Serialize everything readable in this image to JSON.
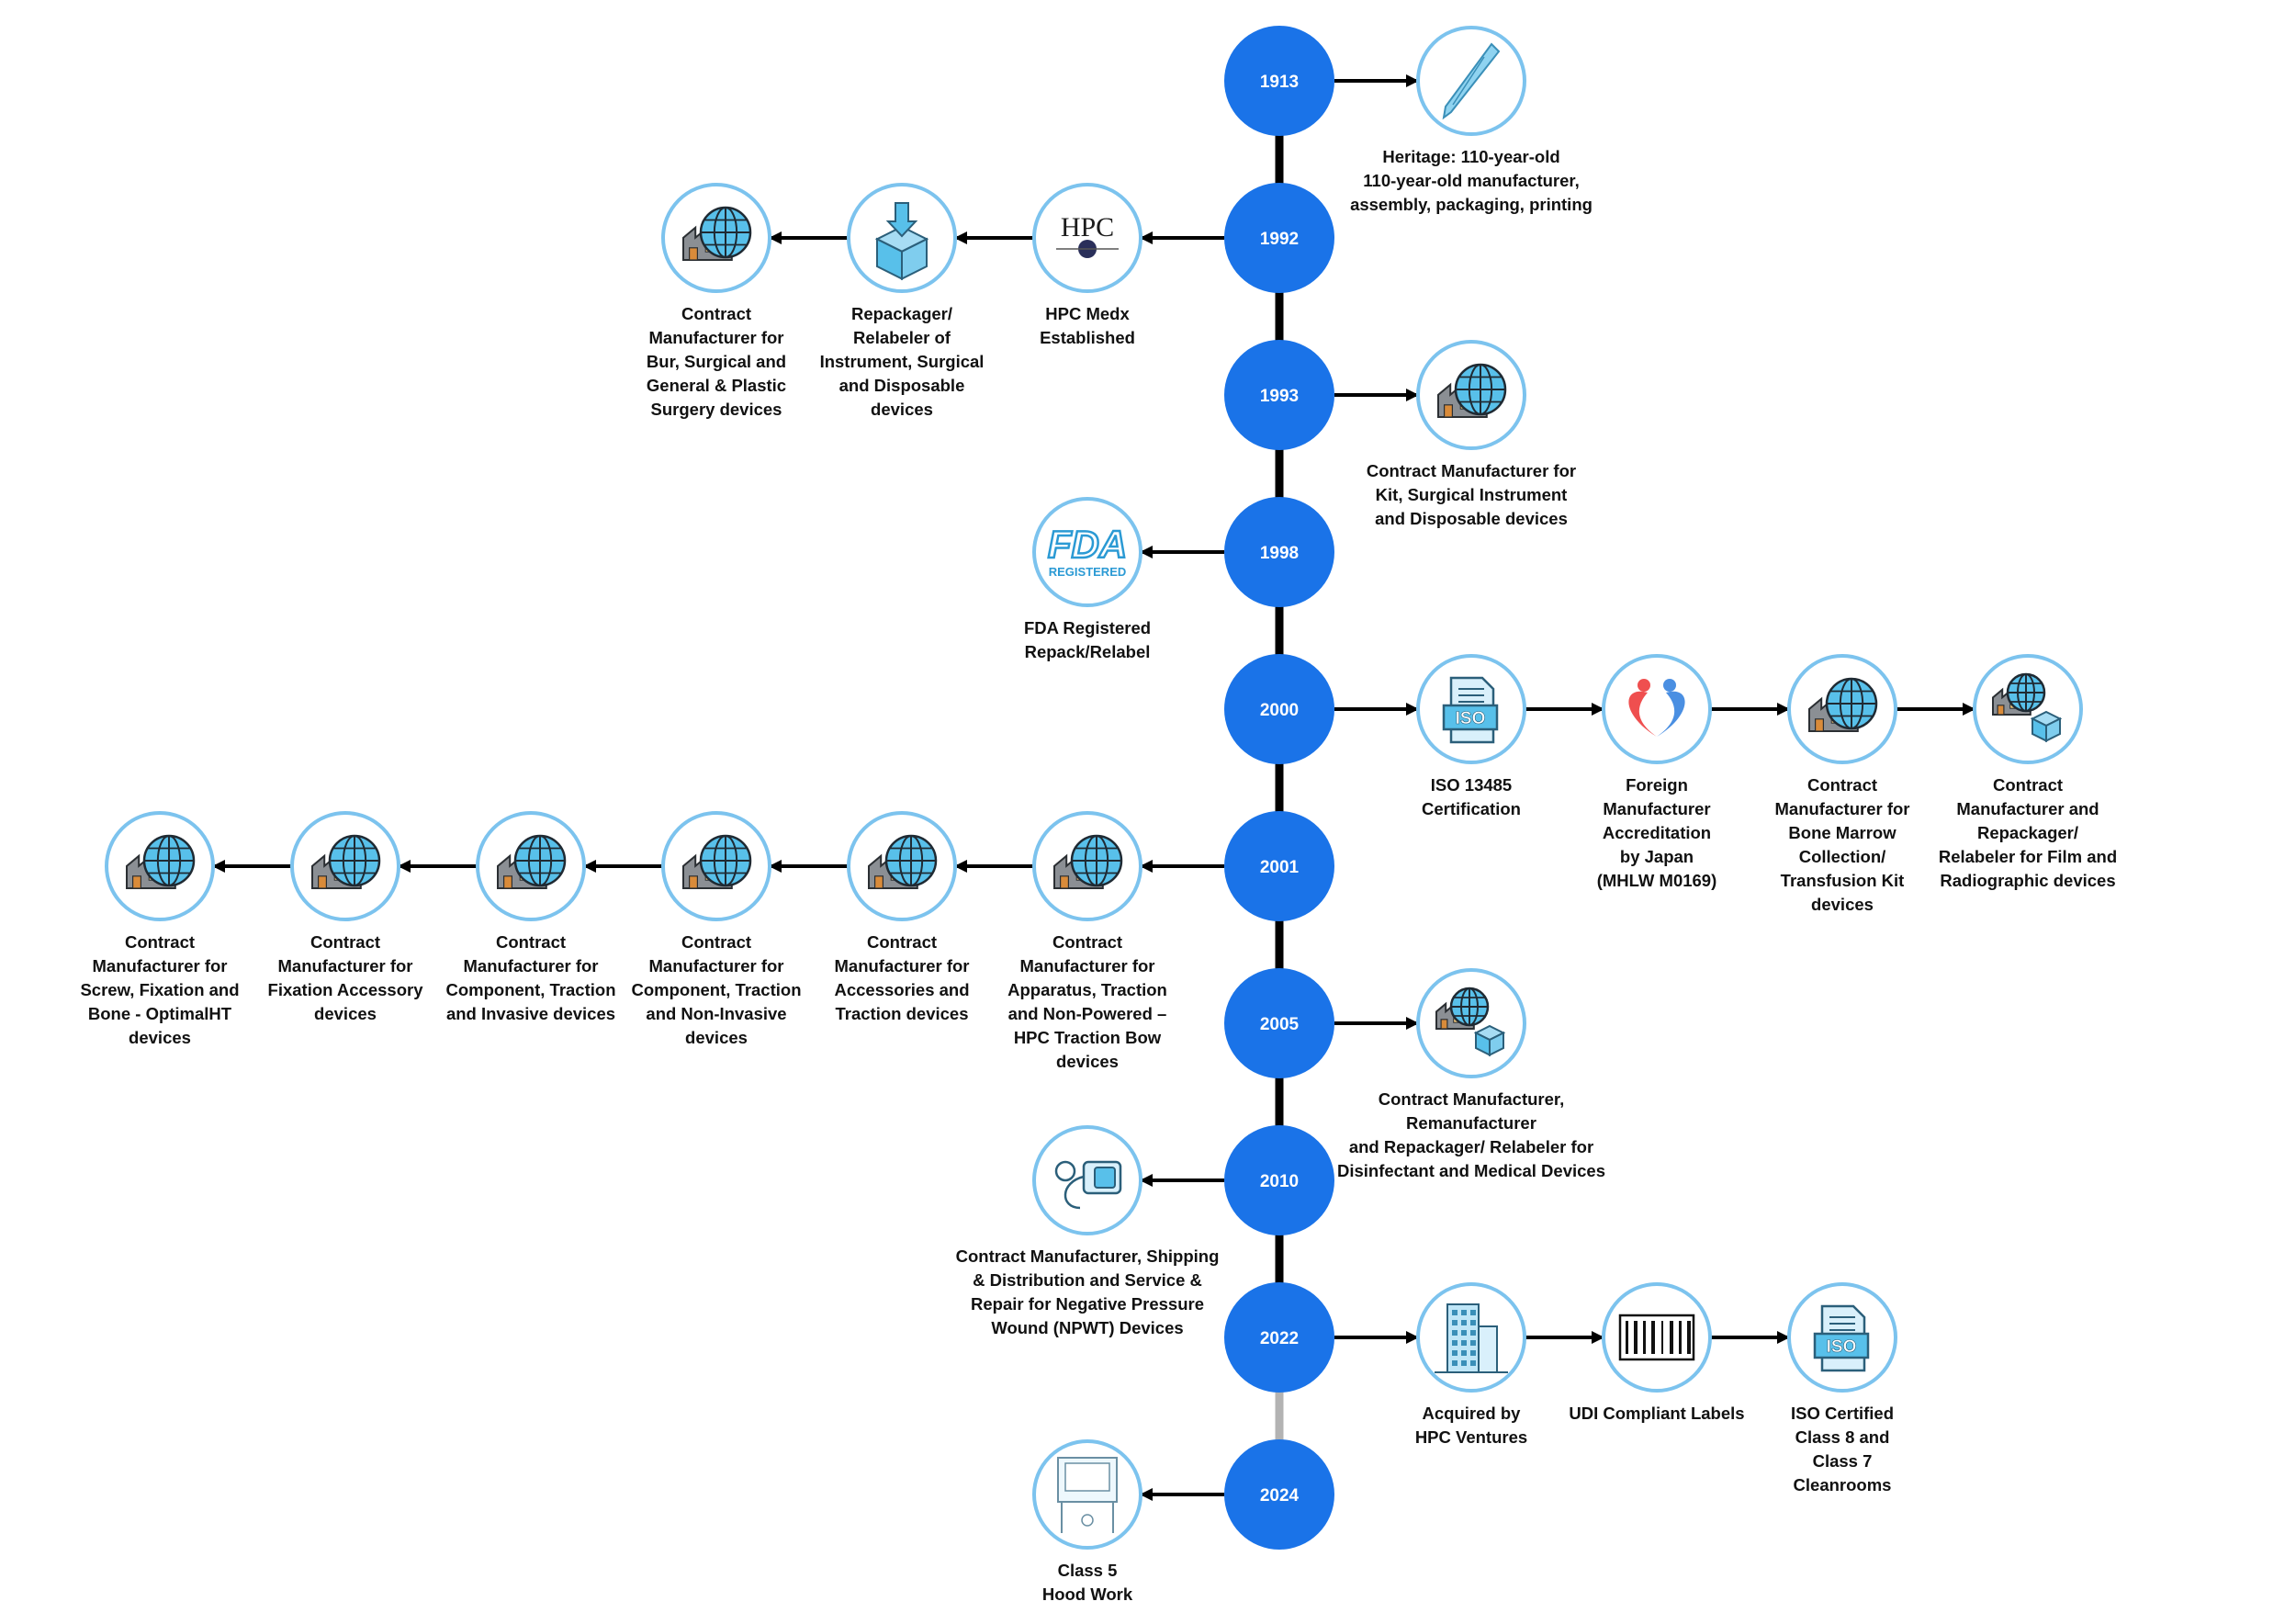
{
  "colors": {
    "year_circle": "#1a73e8",
    "icon_ring": "#7cc3ee",
    "spine": "#000000",
    "spine_tail": "#b3b3b3",
    "icon_fill": "#58c0ea"
  },
  "timeline": [
    {
      "year": "1913",
      "side": "right",
      "items": [
        {
          "icon": "pen-icon",
          "label": "Heritage: 110-year-old\n110-year-old manufacturer,\nassembly, packaging, printing"
        }
      ]
    },
    {
      "year": "1992",
      "side": "left",
      "items": [
        {
          "icon": "hpc-medx-logo-icon",
          "label": "HPC Medx\nEstablished"
        },
        {
          "icon": "package-box-icon",
          "label": "Repackager/\nRelabeler of\nInstrument, Surgical\nand Disposable\ndevices"
        },
        {
          "icon": "factory-globe-icon",
          "label": "Contract\nManufacturer for\nBur, Surgical and\nGeneral & Plastic\nSurgery devices"
        }
      ]
    },
    {
      "year": "1993",
      "side": "right",
      "items": [
        {
          "icon": "factory-globe-icon",
          "label": "Contract Manufacturer for\nKit, Surgical Instrument\nand Disposable devices"
        }
      ]
    },
    {
      "year": "1998",
      "side": "left",
      "items": [
        {
          "icon": "fda-registered-icon",
          "label": "FDA Registered\nRepack/Relabel",
          "badge_text": "FDA",
          "badge_sub": "REGISTERED"
        }
      ]
    },
    {
      "year": "2000",
      "side": "right",
      "items": [
        {
          "icon": "iso-document-icon",
          "label": "ISO 13485\nCertification",
          "badge_text": "ISO"
        },
        {
          "icon": "japan-mhlw-logo-icon",
          "label": "Foreign\nManufacturer\nAccreditation\nby Japan\n(MHLW M0169)"
        },
        {
          "icon": "factory-globe-icon",
          "label": "Contract\nManufacturer for\nBone Marrow\nCollection/\nTransfusion Kit\ndevices"
        },
        {
          "icon": "factory-globe-box-icon",
          "label": "Contract\nManufacturer and\nRepackager/\nRelabeler for Film and\nRadiographic devices"
        }
      ]
    },
    {
      "year": "2001",
      "side": "left",
      "items": [
        {
          "icon": "factory-globe-icon",
          "label": "Contract\nManufacturer for\nApparatus, Traction\nand Non-Powered –\nHPC Traction Bow\ndevices"
        },
        {
          "icon": "factory-globe-icon",
          "label": "Contract\nManufacturer for\nAccessories and\nTraction devices"
        },
        {
          "icon": "factory-globe-icon",
          "label": "Contract\nManufacturer for\nComponent, Traction\nand Non-Invasive\ndevices"
        },
        {
          "icon": "factory-globe-icon",
          "label": "Contract\nManufacturer for\nComponent, Traction\nand Invasive devices"
        },
        {
          "icon": "factory-globe-icon",
          "label": "Contract\nManufacturer for\nFixation Accessory\ndevices"
        },
        {
          "icon": "factory-globe-icon",
          "label": "Contract\nManufacturer for\nScrew, Fixation and\nBone - OptimalHT\ndevices"
        }
      ]
    },
    {
      "year": "2005",
      "side": "right",
      "items": [
        {
          "icon": "factory-globe-box-icon",
          "label": "Contract Manufacturer, Remanufacturer\nand Repackager/ Relabeler for\nDisinfectant and Medical Devices"
        }
      ]
    },
    {
      "year": "2010",
      "side": "left",
      "items": [
        {
          "icon": "wound-pump-icon",
          "label": "Contract Manufacturer, Shipping\n& Distribution and  Service &\nRepair for Negative Pressure\nWound (NPWT) Devices"
        }
      ]
    },
    {
      "year": "2022",
      "side": "right",
      "items": [
        {
          "icon": "office-building-icon",
          "label": "Acquired by\nHPC Ventures"
        },
        {
          "icon": "barcode-icon",
          "label": "UDI Compliant Labels"
        },
        {
          "icon": "iso-document-icon",
          "label": "ISO Certified\nClass 8 and\nClass 7\nCleanrooms",
          "badge_text": "ISO"
        }
      ]
    },
    {
      "year": "2024",
      "side": "left",
      "items": [
        {
          "icon": "lab-hood-icon",
          "label": "Class 5\nHood Work"
        }
      ]
    }
  ]
}
